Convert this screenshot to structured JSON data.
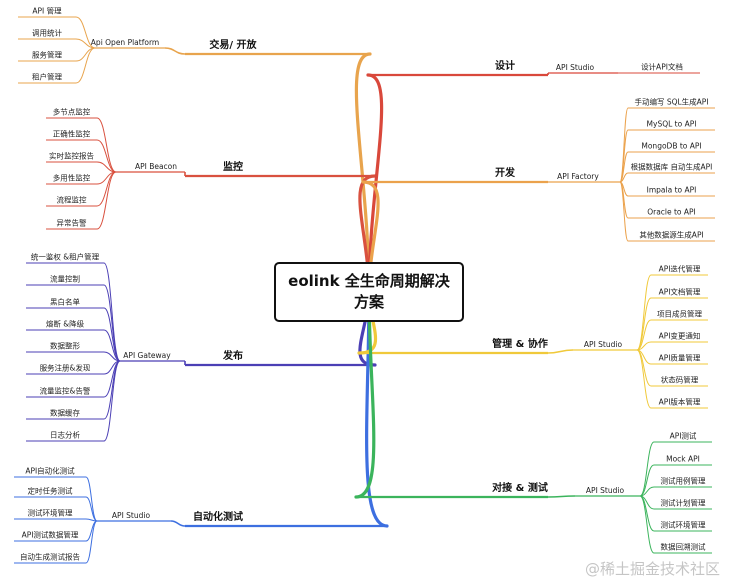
{
  "root": "eolink 全生命周期解决方案",
  "watermark": "@稀土掘金技术社区",
  "branches": [
    {
      "label": "交易/ 开放",
      "color": "#e8a44d",
      "sub": "Api Open Platform",
      "items": [
        "API 管理",
        "调用统计",
        "服务管理",
        "租户管理"
      ]
    },
    {
      "label": "监控",
      "color": "#d9513f",
      "sub": "API Beacon",
      "items": [
        "多节点监控",
        "正确性监控",
        "实时监控报告",
        "多用性监控",
        "流程监控",
        "异常告警"
      ]
    },
    {
      "label": "发布",
      "color": "#4b3fb5",
      "sub": "API Gateway",
      "items": [
        "统一鉴权 &租户管理",
        "流量控制",
        "黑白名单",
        "熔断 &降级",
        "数据整形",
        "服务注册&发现",
        "流量监控&告警",
        "数据缓存",
        "日志分析"
      ]
    },
    {
      "label": "自动化测试",
      "color": "#3d6fe0",
      "sub": "API Studio",
      "items": [
        "API自动化测试",
        "定时任务测试",
        "测试环境管理",
        "API测试数据管理",
        "自动生成测试报告"
      ]
    },
    {
      "label": "设计",
      "color": "#d9483b",
      "sub": "API Studio",
      "items": [
        "设计API文档"
      ]
    },
    {
      "label": "开发",
      "color": "#eba24c",
      "sub": "API Factory",
      "items": [
        "手动编写 SQL生成API",
        "MySQL to API",
        "MongoDB to API",
        "根据数据库 自动生成API",
        "Impala to API",
        "Oracle to API",
        "其他数据源生成API"
      ]
    },
    {
      "label": "管理 & 协作",
      "color": "#f0c93a",
      "sub": "API Studio",
      "items": [
        "API迭代管理",
        "API文档管理",
        "项目成员管理",
        "API变更通知",
        "API质量管理",
        "状态码管理",
        "API版本管理"
      ]
    },
    {
      "label": "对接 & 测试",
      "color": "#3bb45c",
      "sub": "API Studio",
      "items": [
        "API测试",
        "Mock API",
        "测试用例管理",
        "测试计划管理",
        "测试环境管理",
        "数据回溯测试"
      ]
    }
  ]
}
